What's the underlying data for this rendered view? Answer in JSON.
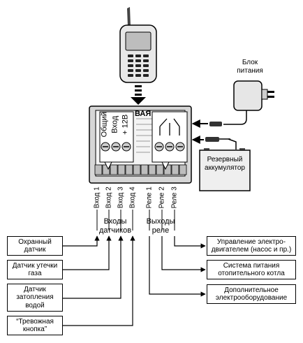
{
  "device_block": {
    "header_fragment": "ВАЯ",
    "terminal_labels": [
      "Общий",
      "Вход",
      "+ 12В"
    ]
  },
  "power_supply": {
    "label": "Блок питания"
  },
  "battery": {
    "label": "Резервный аккумулятор"
  },
  "inputs": {
    "items": [
      "Вход 1",
      "Вход 2",
      "Вход 3",
      "Вход 4"
    ],
    "group_label": "Входы датчиков"
  },
  "outputs": {
    "items": [
      "Реле 1",
      "Реле 2",
      "Реле 3"
    ],
    "group_label": "Выходы реле"
  },
  "sensors": [
    "Охранный датчик",
    "Датчик утечки газа",
    "Датчик затопления водой",
    "“Тревожная кнопка”"
  ],
  "loads": [
    "Управление электро-двигателем (насос и пр.)",
    "Система питания отопительного котла",
    "Дополнительное электрооборудование"
  ]
}
